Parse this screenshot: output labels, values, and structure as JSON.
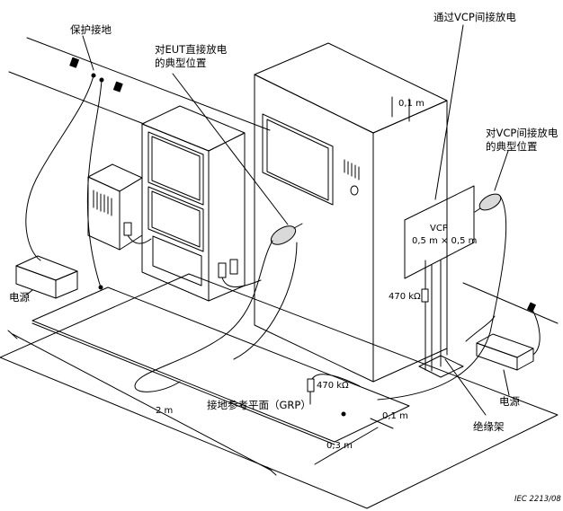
{
  "labels": {
    "protective_earth": "保护接地",
    "direct_discharge_line1": "对EUT直接放电",
    "direct_discharge_line2": "的典型位置",
    "indirect_vcp_title": "通过VCP间接放电",
    "indirect_vcp_loc_line1": "对VCP间接放电",
    "indirect_vcp_loc_line2": "的典型位置",
    "dim_0_1_top": "0,1 m",
    "vcp_name": "VCP",
    "vcp_size": "0,5 m × 0,5 m",
    "resistor_vcp": "470 kΩ",
    "resistor_grp": "470 kΩ",
    "power_left": "电源",
    "power_right": "电源",
    "grp": "接地参考平面（GRP）",
    "dim_2m": "2 m",
    "dim_0_1_bottom": "0,1 m",
    "dim_0_3": "0,3 m",
    "insulating_stand": "绝缘架",
    "figure_id": "IEC   2213/08"
  },
  "colors": {
    "line": "#000000",
    "background": "#ffffff",
    "probe_fill": "#d9d9d9"
  }
}
